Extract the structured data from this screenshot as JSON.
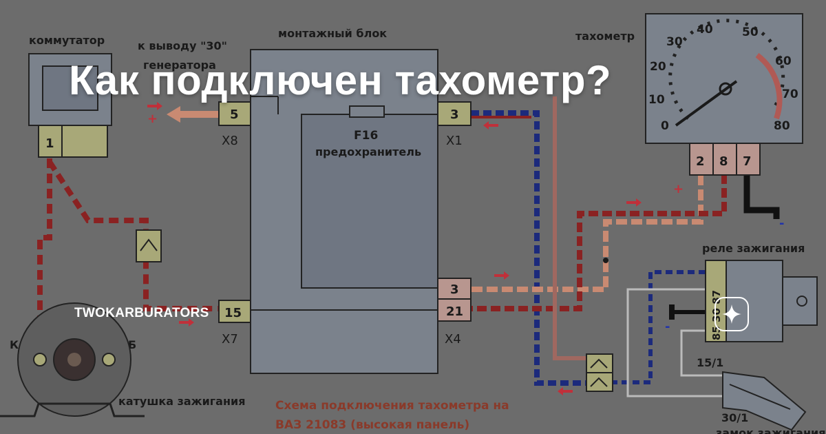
{
  "title": "Как подключен тахометр?",
  "brand": "TWOKARBURATORS",
  "share_icon": "sparkle-icon",
  "colors": {
    "background": "#6c6c6c",
    "block_fill": "#7b828c",
    "block_inner": "#6f7682",
    "pin_fill": "#a8a878",
    "pin_fill_pink": "#b8968f",
    "wire_red": "#8a2222",
    "wire_blue": "#1c2a7c",
    "wire_pink": "#c98a72",
    "caption": "#8a3a2a"
  },
  "diagram": {
    "kommutator": {
      "label": "коммутатор",
      "pin": "1"
    },
    "to_generator": {
      "line1": "к выводу \"30\"",
      "line2": "генератора"
    },
    "montage_block": {
      "label": "монтажный блок"
    },
    "connectors": {
      "x8": {
        "name": "X8",
        "pin": "5"
      },
      "x7": {
        "name": "X7",
        "pin": "15"
      },
      "x1": {
        "name": "X1",
        "pin": "3"
      },
      "x4": {
        "name": "X4",
        "pins": [
          "3",
          "21"
        ]
      }
    },
    "fuse": {
      "name": "F16",
      "label": "предохранитель"
    },
    "tachometer": {
      "label": "тахометр",
      "scale": [
        "0",
        "10",
        "20",
        "30",
        "40",
        "50",
        "60",
        "70",
        "80"
      ],
      "pins": [
        "2",
        "8",
        "7"
      ]
    },
    "ignition_relay": {
      "label": "реле зажигания",
      "pins_text": "85 30 87"
    },
    "ignition_coil": {
      "label": "катушка зажигания",
      "terminal_left": "К",
      "terminal_right": "Б"
    },
    "ignition_switch": {
      "label": "замок зажигания",
      "terminal_top": "15/1",
      "terminal_bottom": "30/1"
    },
    "caption": {
      "line1": "Схема подключения тахометра на",
      "line2": "ВАЗ 21083 (высокая панель)"
    },
    "polarity": {
      "plus": "+",
      "minus": "-"
    }
  }
}
